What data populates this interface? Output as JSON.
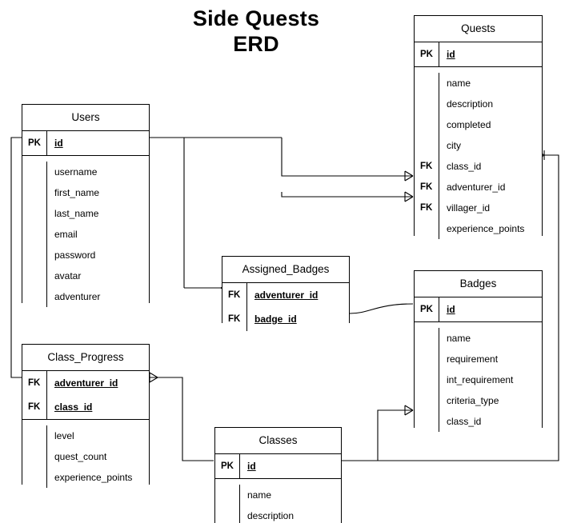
{
  "title": "Side Quests\nERD",
  "title_line1": "Side Quests",
  "title_line2": "ERD",
  "colors": {
    "line": "#000000",
    "background": "#ffffff",
    "text": "#000000"
  },
  "entities": [
    {
      "id": "quests",
      "name": "Quests",
      "keys": [
        {
          "key": "PK",
          "name": "id",
          "is_pk": true
        }
      ],
      "attributes": [
        {
          "key": "",
          "name": "name"
        },
        {
          "key": "",
          "name": "description"
        },
        {
          "key": "",
          "name": "completed"
        },
        {
          "key": "",
          "name": "city"
        },
        {
          "key": "FK",
          "name": "class_id"
        },
        {
          "key": "FK",
          "name": "adventurer_id"
        },
        {
          "key": "FK",
          "name": "villager_id"
        },
        {
          "key": "",
          "name": "experience_points"
        }
      ]
    },
    {
      "id": "users",
      "name": "Users",
      "keys": [
        {
          "key": "PK",
          "name": "id",
          "is_pk": true
        }
      ],
      "attributes": [
        {
          "key": "",
          "name": "username"
        },
        {
          "key": "",
          "name": "first_name"
        },
        {
          "key": "",
          "name": "last_name"
        },
        {
          "key": "",
          "name": "email"
        },
        {
          "key": "",
          "name": "password"
        },
        {
          "key": "",
          "name": "avatar"
        },
        {
          "key": "",
          "name": "adventurer"
        }
      ]
    },
    {
      "id": "assigned_badges",
      "name": "Assigned_Badges",
      "keys": [
        {
          "key": "FK",
          "name": "adventurer_id",
          "is_pk": true
        },
        {
          "key": "FK",
          "name": "badge_id",
          "is_pk": true
        }
      ],
      "attributes": []
    },
    {
      "id": "badges",
      "name": "Badges",
      "keys": [
        {
          "key": "PK",
          "name": "id",
          "is_pk": true
        }
      ],
      "attributes": [
        {
          "key": "",
          "name": "name"
        },
        {
          "key": "",
          "name": "requirement"
        },
        {
          "key": "",
          "name": "int_requirement"
        },
        {
          "key": "",
          "name": "criteria_type"
        },
        {
          "key": "",
          "name": "class_id"
        }
      ]
    },
    {
      "id": "class_progress",
      "name": "Class_Progress",
      "keys": [
        {
          "key": "FK",
          "name": "adventurer_id",
          "is_pk": true
        },
        {
          "key": "FK",
          "name": "class_id",
          "is_pk": true
        }
      ],
      "attributes": [
        {
          "key": "",
          "name": "level"
        },
        {
          "key": "",
          "name": "quest_count"
        },
        {
          "key": "",
          "name": "experience_points"
        }
      ]
    },
    {
      "id": "classes",
      "name": "Classes",
      "keys": [
        {
          "key": "PK",
          "name": "id",
          "is_pk": true
        }
      ],
      "attributes": [
        {
          "key": "",
          "name": "name"
        },
        {
          "key": "",
          "name": "description"
        }
      ]
    }
  ],
  "relationships": [
    {
      "from": "users.id",
      "to": "quests.adventurer_id",
      "cardinality": "one-to-many"
    },
    {
      "from": "users.id",
      "to": "quests.villager_id",
      "cardinality": "one-to-many"
    },
    {
      "from": "users.id",
      "to": "assigned_badges.adventurer_id",
      "cardinality": "one-to-many"
    },
    {
      "from": "users.id",
      "to": "class_progress.adventurer_id",
      "cardinality": "one-to-many"
    },
    {
      "from": "badges.id",
      "to": "assigned_badges.badge_id",
      "cardinality": "one-to-many"
    },
    {
      "from": "classes.id",
      "to": "class_progress.class_id",
      "cardinality": "one-to-many"
    },
    {
      "from": "classes.id",
      "to": "badges.class_id",
      "cardinality": "one-to-many"
    },
    {
      "from": "classes.id",
      "to": "quests.class_id",
      "cardinality": "one-to-many"
    }
  ]
}
